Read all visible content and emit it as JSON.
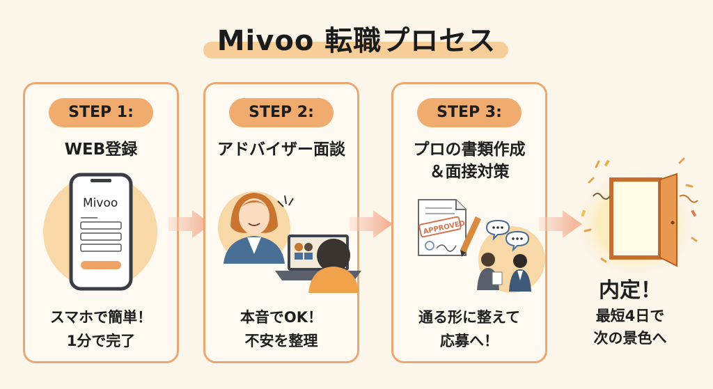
{
  "title": "Mivoo 転職プロセス",
  "steps": [
    {
      "badge": "STEP 1:",
      "heading": "WEB登録",
      "desc_line1": "スマホで簡単！",
      "desc_line2": "1分で完了",
      "phone_brand": "Mivoo"
    },
    {
      "badge": "STEP 2:",
      "heading": "アドバイザー面談",
      "desc_line1": "本音でOK！",
      "desc_line2": "不安を整理"
    },
    {
      "badge": "STEP 3:",
      "heading_line1": "プロの書類作成",
      "heading_line2": "＆面接対策",
      "desc_line1": "通る形に整えて",
      "desc_line2": "応募へ！",
      "stamp": "APPROVED"
    }
  ],
  "final": {
    "title": "内定！",
    "desc_line1": "最短4日で",
    "desc_line2": "次の景色へ"
  },
  "colors": {
    "accent": "#f0ab6f",
    "border": "#eba671",
    "background": "#fbf5ea",
    "card": "#fffaf1",
    "highlight": "#f6c689"
  }
}
